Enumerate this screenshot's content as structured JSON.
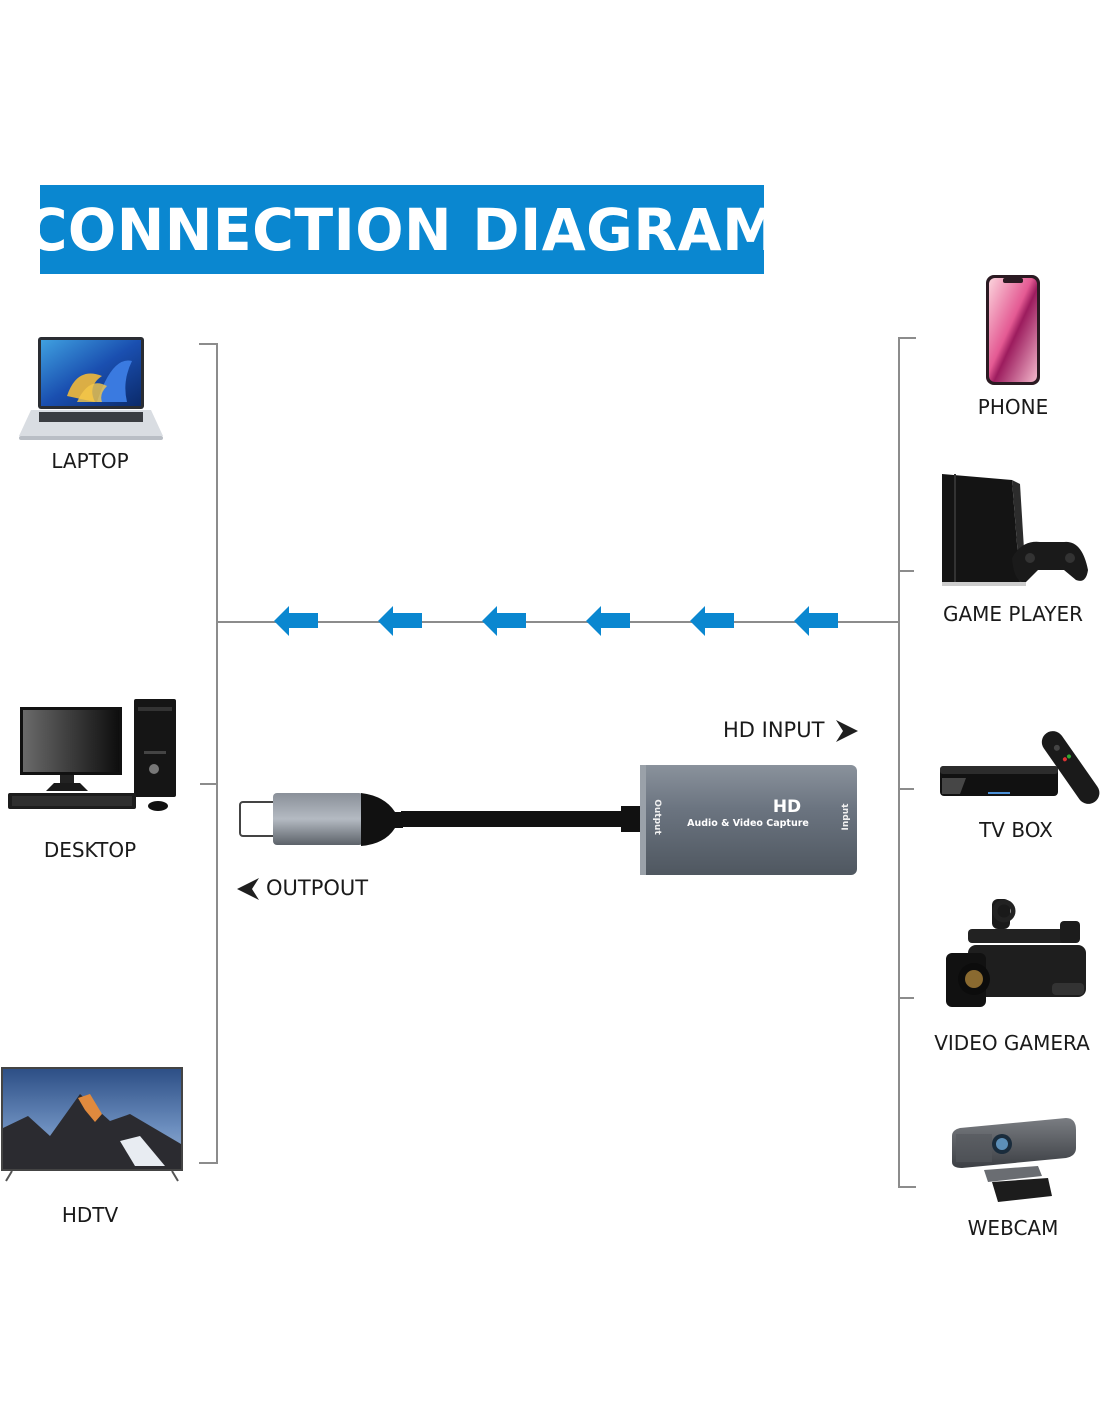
{
  "title": "CONNECTION DIAGRAM",
  "colors": {
    "banner": "#0a87d0",
    "arrow": "#0a87d0",
    "bracket_line": "#8c8c8c",
    "adapter_body": "#6b7480",
    "cable": "#111111"
  },
  "output_devices": [
    {
      "label": "LAPTOP",
      "icon": "laptop-icon"
    },
    {
      "label": "DESKTOP",
      "icon": "desktop-computer-icon"
    },
    {
      "label": "HDTV",
      "icon": "television-icon"
    }
  ],
  "input_devices": [
    {
      "label": "PHONE",
      "icon": "smartphone-icon"
    },
    {
      "label": "GAME PLAYER",
      "icon": "game-console-icon"
    },
    {
      "label": "TV BOX",
      "icon": "tv-box-icon"
    },
    {
      "label": "VIDEO GAMERA",
      "icon": "video-camera-icon"
    },
    {
      "label": "WEBCAM",
      "icon": "webcam-icon"
    }
  ],
  "flow": {
    "direction": "right-to-left",
    "arrow_count": 6
  },
  "adapter": {
    "hd_input_label": "HD INPUT",
    "output_label": "OUTPOUT",
    "logo": "HD",
    "product_text": "Audio & Video Capture",
    "port_output_text": "Output",
    "port_input_text": "Input"
  }
}
